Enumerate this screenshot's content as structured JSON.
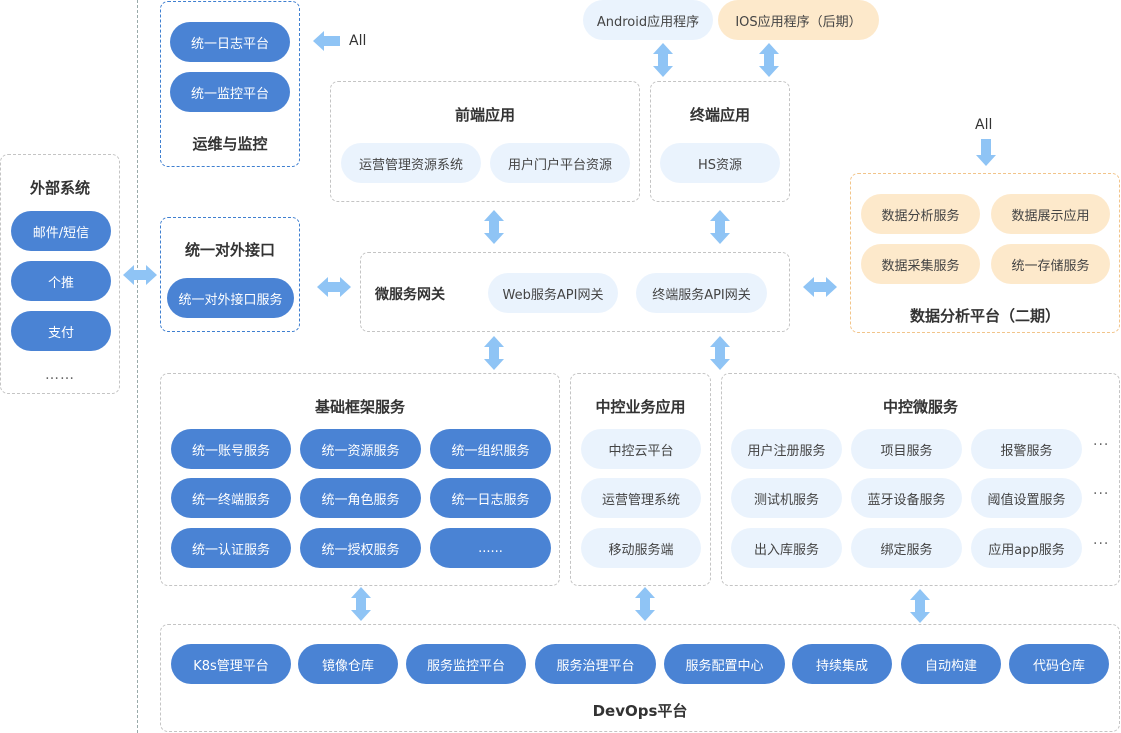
{
  "external": {
    "title": "外部系统",
    "items": [
      "邮件/短信",
      "个推",
      "支付"
    ],
    "more": "……"
  },
  "ops": {
    "title": "运维与监控",
    "items": [
      "统一日志平台",
      "统一监控平台"
    ],
    "all_label": "All"
  },
  "apps": {
    "android": "Android应用程序",
    "ios": "IOS应用程序（后期）"
  },
  "frontend": {
    "title": "前端应用",
    "items": [
      "运营管理资源系统",
      "用户门户平台资源"
    ]
  },
  "terminal": {
    "title": "终端应用",
    "items": [
      "HS资源"
    ]
  },
  "external_api": {
    "title": "统一对外接口",
    "items": [
      "统一对外接口服务"
    ]
  },
  "gateway": {
    "title": "微服务网关",
    "items": [
      "Web服务API网关",
      "终端服务API网关"
    ]
  },
  "analysis": {
    "title": "数据分析平台（二期）",
    "all_label": "All",
    "items": [
      "数据分析服务",
      "数据展示应用",
      "数据采集服务",
      "统一存储服务"
    ]
  },
  "base": {
    "title": "基础框架服务",
    "items": [
      "统一账号服务",
      "统一资源服务",
      "统一组织服务",
      "统一终端服务",
      "统一角色服务",
      "统一日志服务",
      "统一认证服务",
      "统一授权服务",
      "......"
    ]
  },
  "control_app": {
    "title": "中控业务应用",
    "items": [
      "中控云平台",
      "运营管理系统",
      "移动服务端"
    ]
  },
  "control_ms": {
    "title": "中控微服务",
    "items": [
      "用户注册服务",
      "项目服务",
      "报警服务",
      "测试机服务",
      "蓝牙设备服务",
      "阈值设置服务",
      "出入库服务",
      "绑定服务",
      "应用app服务"
    ],
    "more": "···"
  },
  "devops": {
    "title": "DevOps平台",
    "items": [
      "K8s管理平台",
      "镜像仓库",
      "服务监控平台",
      "服务治理平台",
      "服务配置中心",
      "持续集成",
      "自动构建",
      "代码仓库"
    ]
  },
  "colors": {
    "dark_pill": "#4a83d4",
    "light_pill": "#eaf3fd",
    "orange_pill": "#fde9cb",
    "arrow": "#8fc4f5",
    "ops_border": "#3f7fd0",
    "analysis_border": "#f2c48a"
  }
}
